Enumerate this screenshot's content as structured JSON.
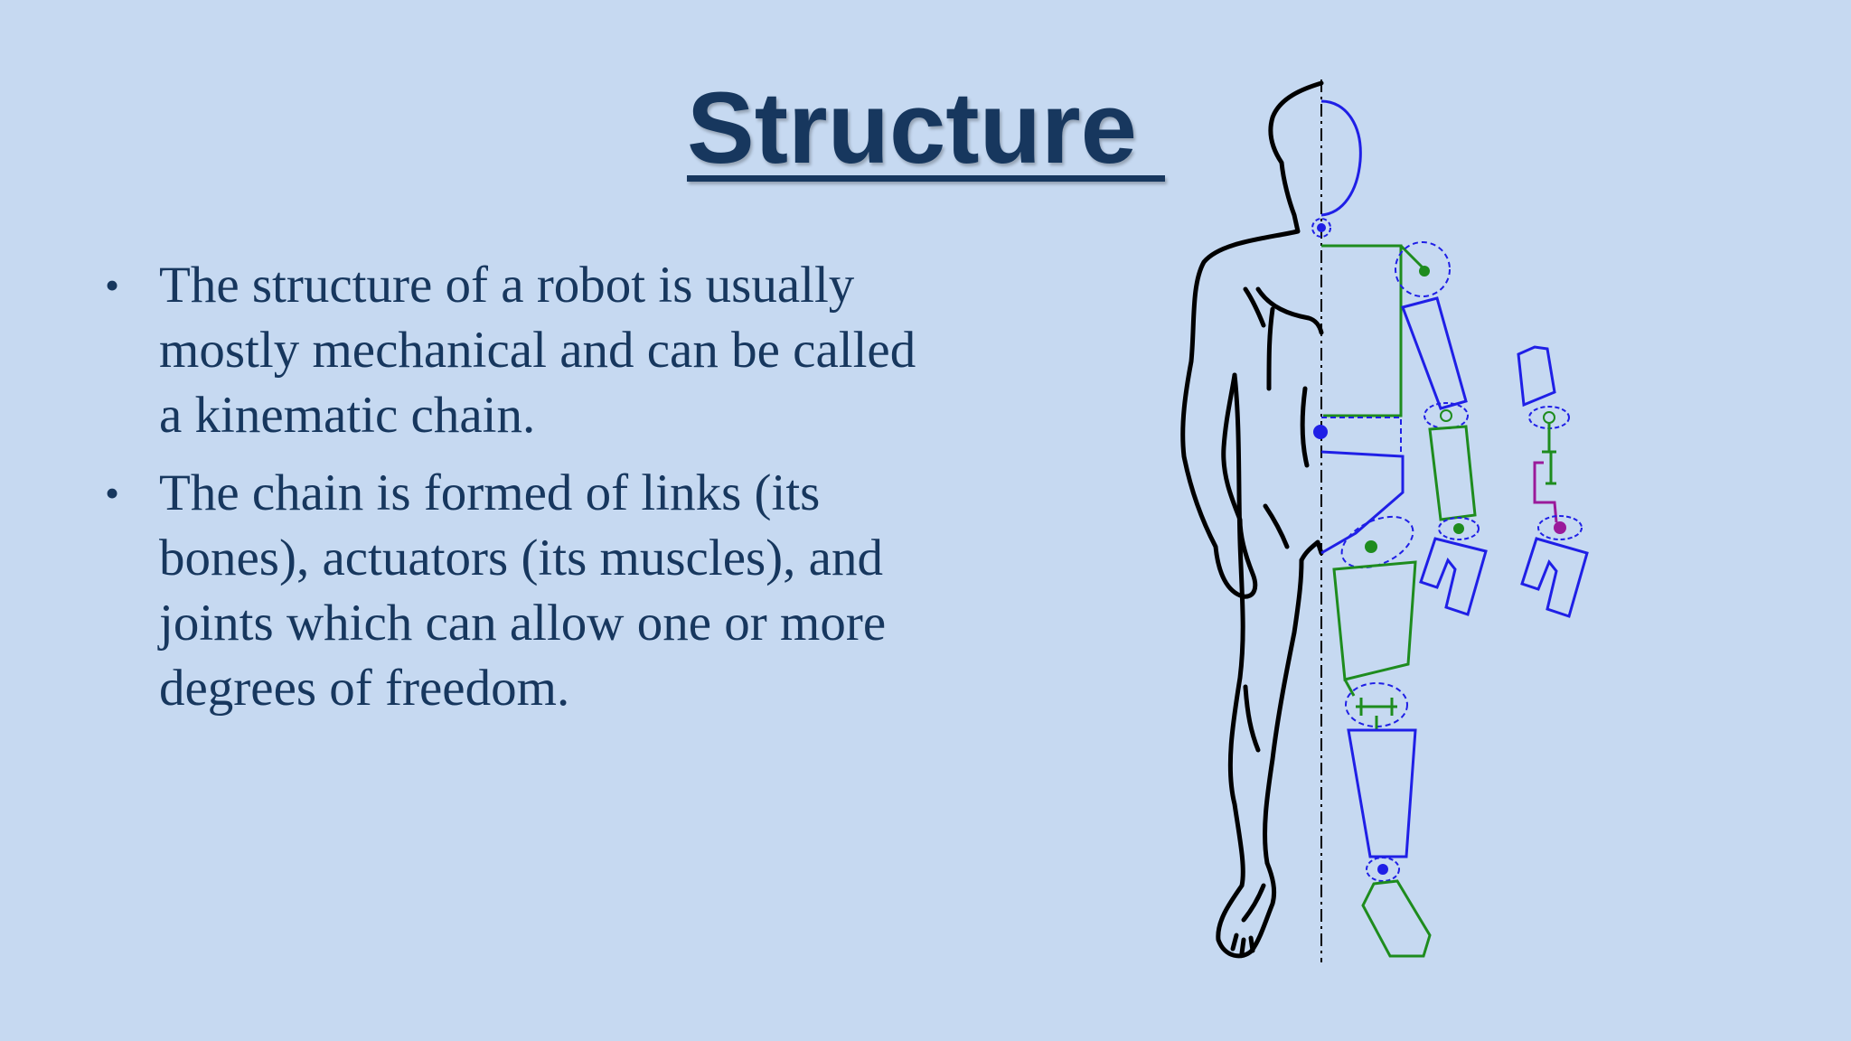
{
  "slide": {
    "title": "Structure ",
    "bullet_char": "•",
    "bullets": [
      "The structure of a robot is usually mostly mechanical and can be called a kinematic chain.",
      "The chain is formed of links (its bones), actuators (its muscles), and joints which can allow one or more degrees of freedom."
    ]
  },
  "colors": {
    "background": "#c6d9f1",
    "text": "#17375e",
    "outline": "#000000",
    "robot_blue": "#1f1fe6",
    "robot_green": "#1e8c1e",
    "robot_purple": "#9a1a9a"
  },
  "figure": {
    "icon": "human-robot-kinematic-chain-diagram"
  }
}
